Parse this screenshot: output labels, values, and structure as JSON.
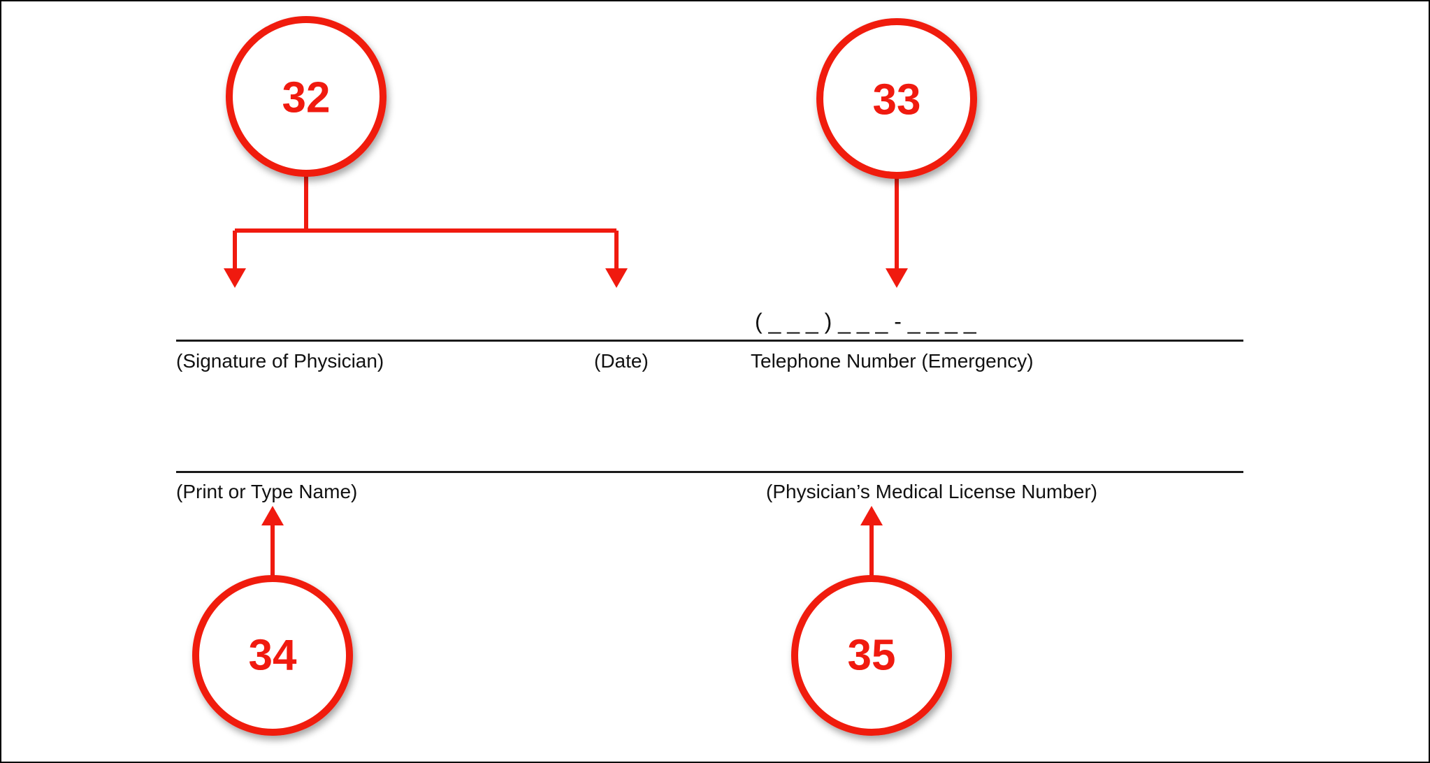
{
  "form": {
    "phone_mask": "( _ _ _ ) _ _ _ - _ _ _ _",
    "labels": {
      "signature": "(Signature of Physician)",
      "date": "(Date)",
      "telephone": "Telephone Number (Emergency)",
      "print_name": "(Print or Type Name)",
      "license": "(Physician’s Medical License Number)"
    }
  },
  "callouts": [
    {
      "number": "32",
      "points_to": "(Signature of Physician) / (Date)"
    },
    {
      "number": "33",
      "points_to": "Telephone Number (Emergency)"
    },
    {
      "number": "34",
      "points_to": "(Print or Type Name)"
    },
    {
      "number": "35",
      "points_to": "(Physician’s Medical License Number)"
    }
  ],
  "colors": {
    "callout_red": "#f01a0f",
    "text": "#111111",
    "rule": "#1a1a1a"
  }
}
